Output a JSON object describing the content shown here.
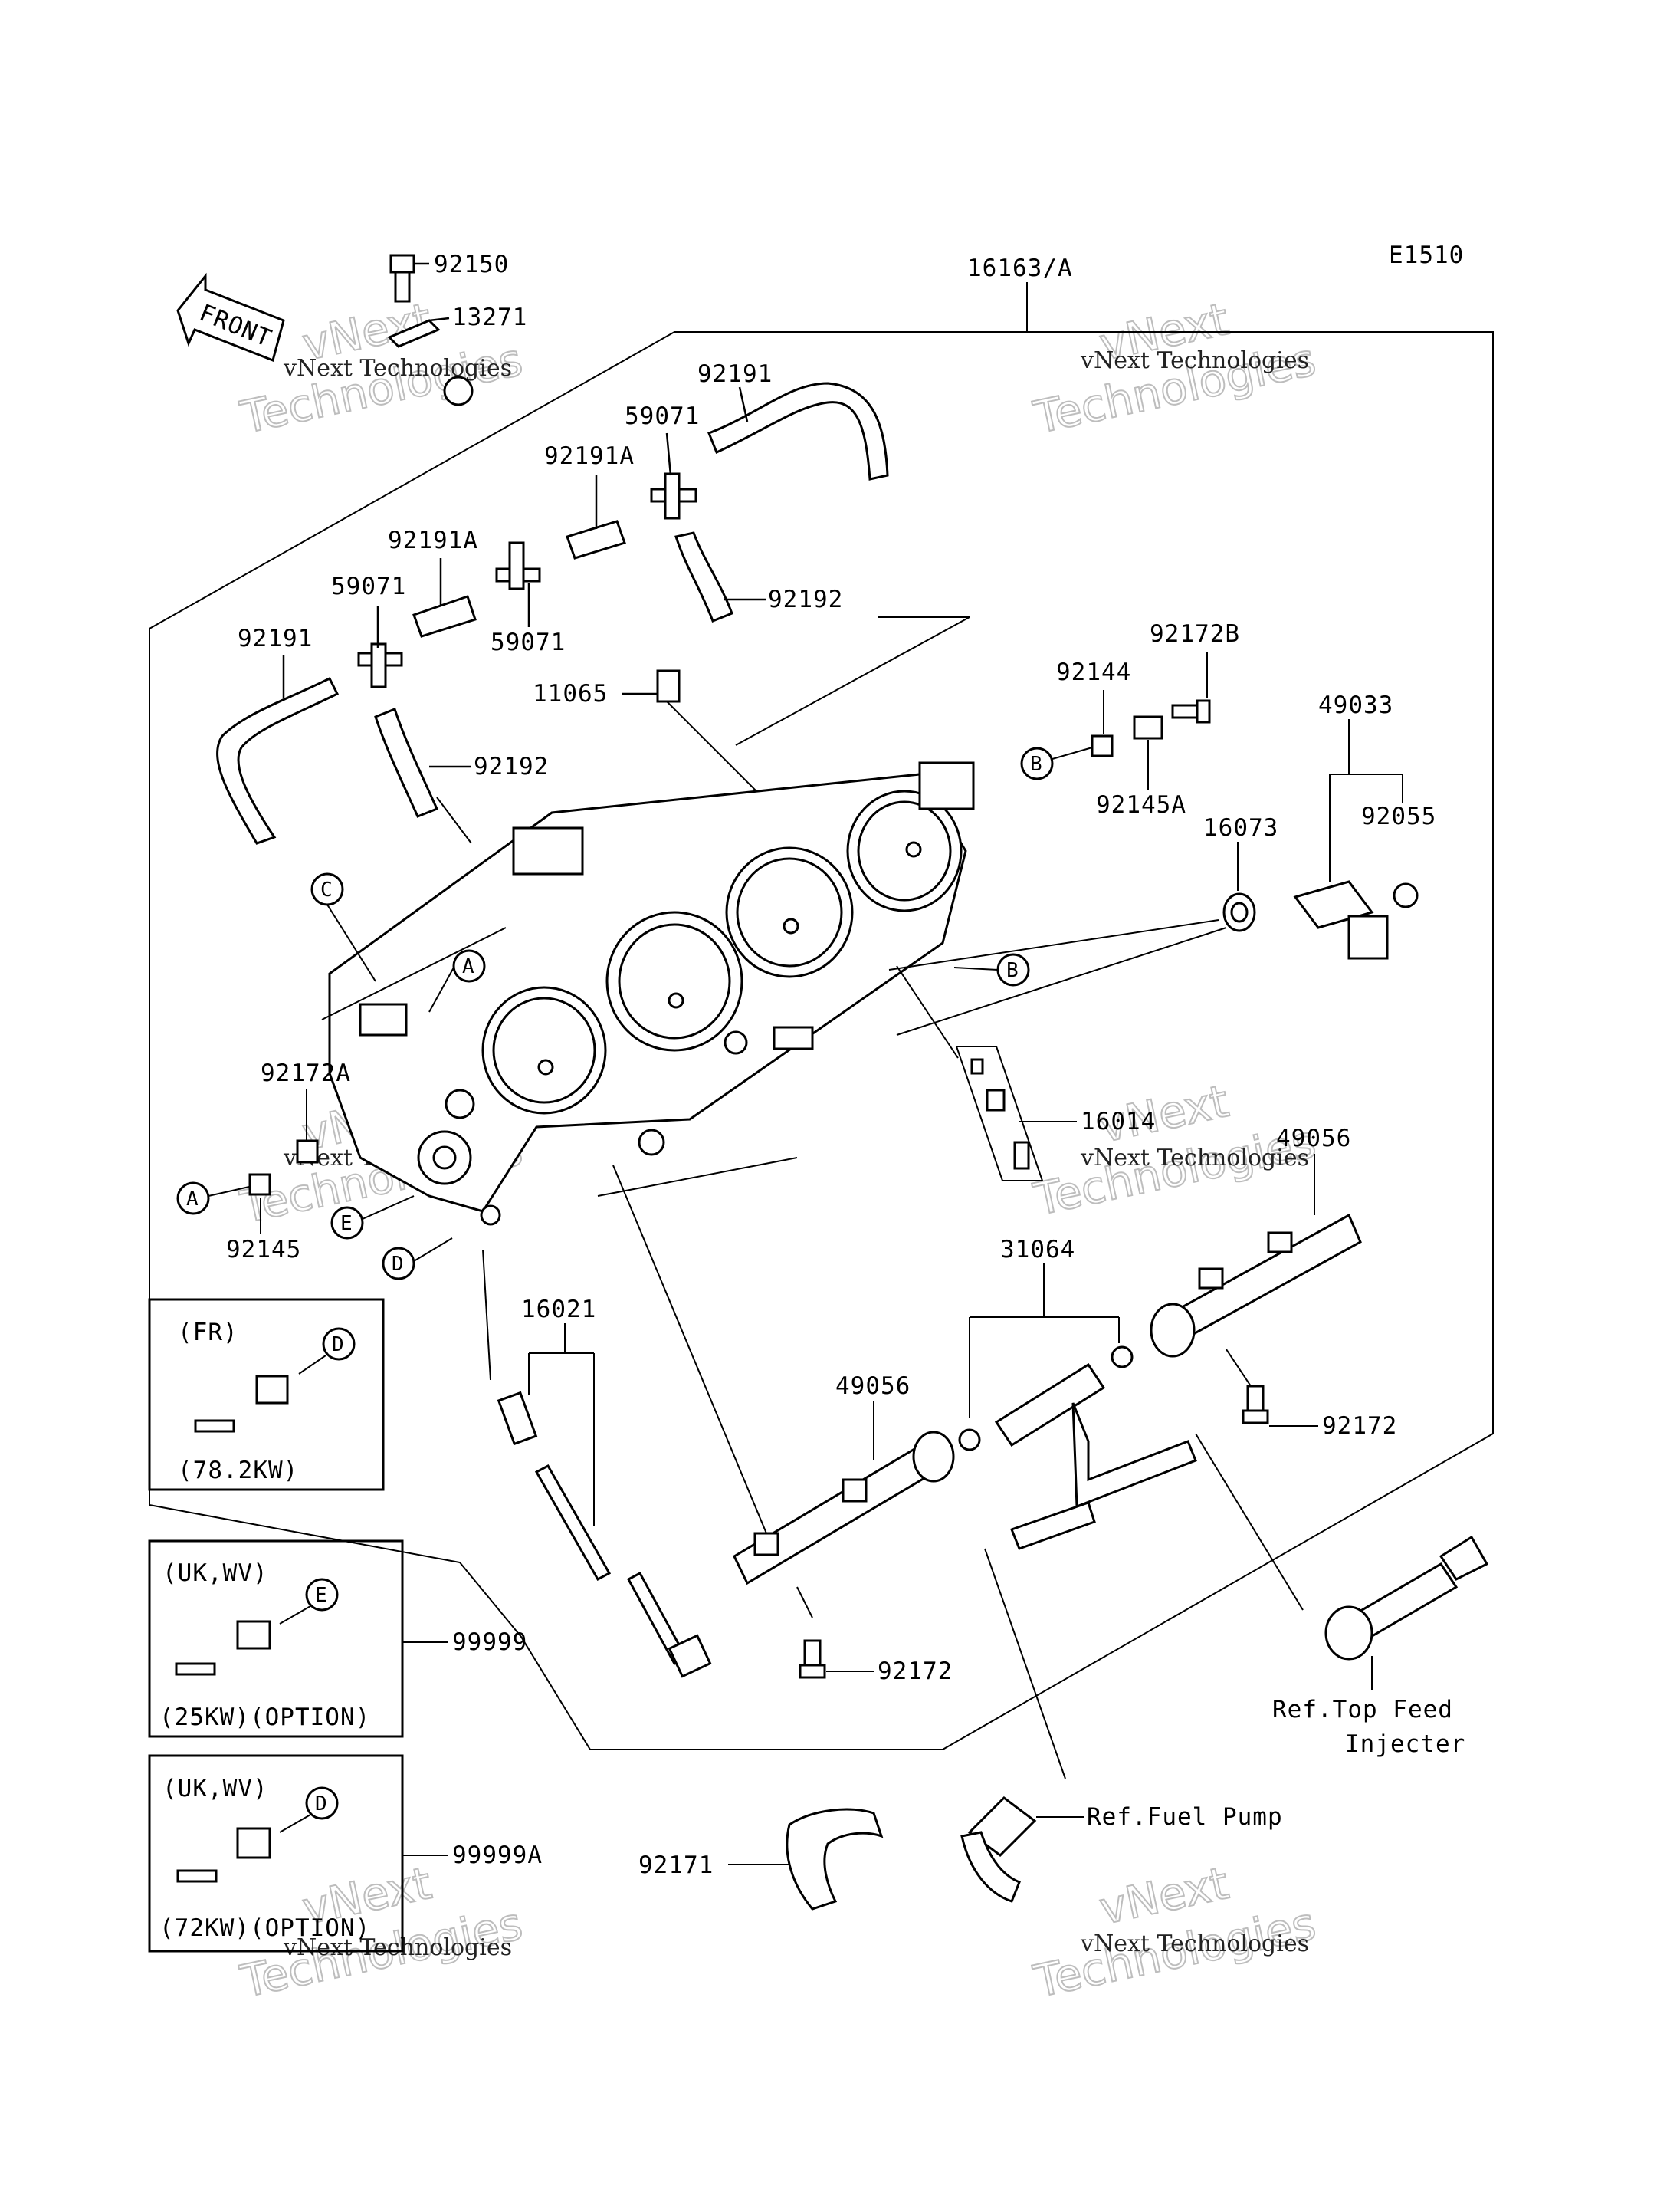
{
  "diagram_code": "E1510",
  "front_label": "FRONT",
  "parts": {
    "p92150": "92150",
    "p13271": "13271",
    "p16163A": "16163/A",
    "p92191_top": "92191",
    "p59071_top": "59071",
    "p92191A_top": "92191A",
    "p92191A_mid": "92191A",
    "p59071_left": "59071",
    "p59071_mid": "59071",
    "p92192_right": "92192",
    "p92191_left": "92191",
    "p92192_left": "92192",
    "p11065": "11065",
    "p92144": "92144",
    "p92172B": "92172B",
    "p92145A": "92145A",
    "p49033": "49033",
    "p92055": "92055",
    "p16073": "16073",
    "p92172A": "92172A",
    "p92145": "92145",
    "p16014": "16014",
    "p49056_right": "49056",
    "p31064": "31064",
    "p16021": "16021",
    "p49056_mid": "49056",
    "p92172_right": "92172",
    "p92172_mid": "92172",
    "p99999": "99999",
    "p99999A": "99999A",
    "p92171": "92171"
  },
  "callouts": {
    "A1": "A",
    "A2": "A",
    "B1": "B",
    "B2": "B",
    "C": "C",
    "D1": "D",
    "D2": "D",
    "D3": "D",
    "E1": "E",
    "E2": "E"
  },
  "refs": {
    "top_feed_1": "Ref.Top Feed",
    "top_feed_2": "Injecter",
    "fuel_pump": "Ref.Fuel Pump"
  },
  "boxes": {
    "fr_title": "(FR)",
    "fr_rating": "(78.2KW)",
    "ukwv1_title": "(UK,WV)",
    "ukwv1_rating": "(25KW)(OPTION)",
    "ukwv2_title": "(UK,WV)",
    "ukwv2_rating": "(72KW)(OPTION)"
  },
  "watermark": {
    "brand": "vNext",
    "word": "Technologies",
    "full": "vNext Technologies"
  }
}
